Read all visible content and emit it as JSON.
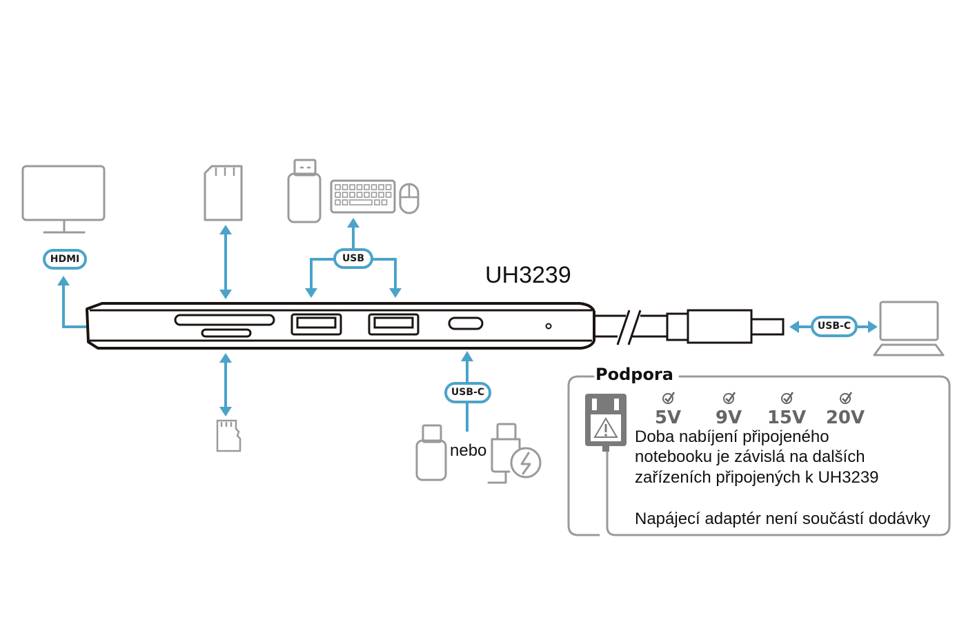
{
  "model_label": "UH3239",
  "ports": {
    "hdmi": {
      "label": "HDMI",
      "device": "monitor-icon"
    },
    "usb": {
      "label": "USB",
      "devices": [
        "usb-flash-drive-icon",
        "keyboard-icon",
        "mouse-icon"
      ]
    },
    "usb_c_input": {
      "label": "USB-C",
      "devices": [
        "usb-c-device-icon",
        "usb-c-charger-icon"
      ],
      "alternative_text": "nebo"
    },
    "usb_c_host": {
      "label": "USB-C",
      "device": "laptop-icon"
    },
    "sd": {
      "device": "sd-card-icon"
    },
    "microsd": {
      "device": "microsd-card-icon"
    }
  },
  "support_box": {
    "title": "Podpora",
    "voltages": [
      "5V",
      "9V",
      "15V",
      "20V"
    ],
    "note_lines": [
      "Doba nabíjení připojeného",
      "notebooku je závislá na dalších",
      "zařízeních připojených k UH3239"
    ],
    "adapter_note": "Napájecí adaptér není součástí dodávky"
  },
  "colors": {
    "accent": "#4ba3c9",
    "icon_gray": "#9a9a9a",
    "device_outline": "#1a1310"
  }
}
